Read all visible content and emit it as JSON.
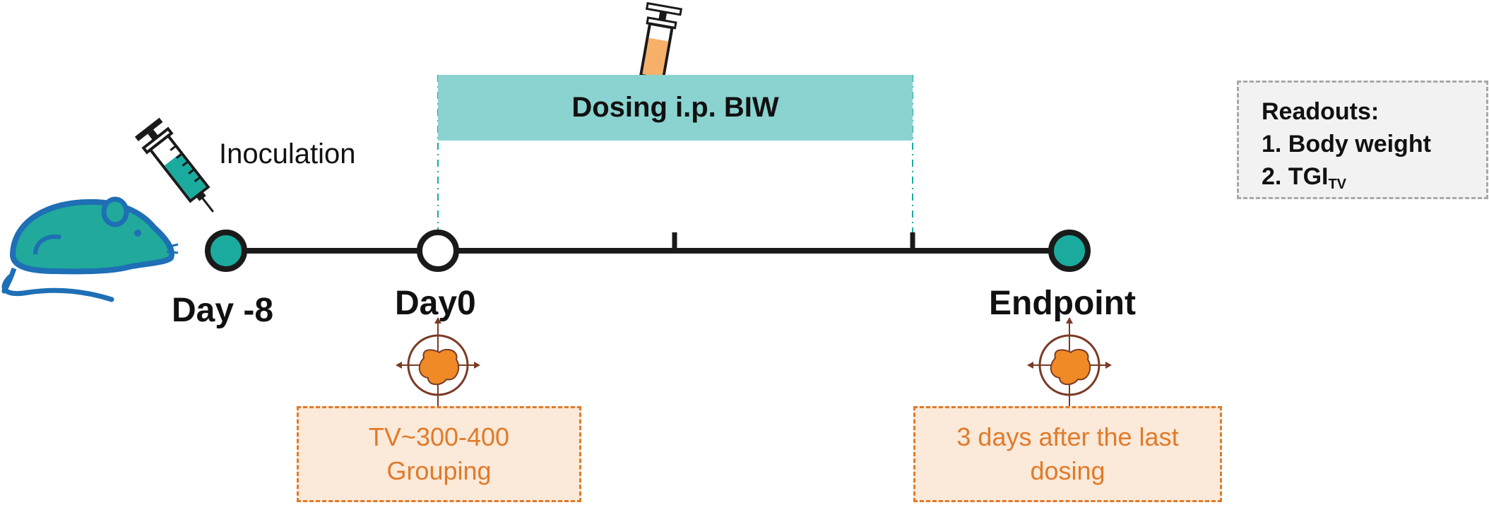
{
  "timeline": {
    "day_minus8_label": "Day -8",
    "day0_label": "Day0",
    "endpoint_label": "Endpoint"
  },
  "inoculation": {
    "label": "Inoculation"
  },
  "dosing": {
    "label": "Dosing i.p. BIW"
  },
  "readouts": {
    "title": "Readouts:",
    "item1": "1. Body weight",
    "item2_main": "2. TGI",
    "item2_sub": "TV"
  },
  "grouping_box": {
    "line1": "TV~300-400",
    "line2": "Grouping"
  },
  "endpoint_box": {
    "line1": "3 days after the last",
    "line2": "dosing"
  },
  "colors": {
    "teal": "#1aab9e",
    "teal_light": "#8ad3d0",
    "mouse_teal": "#21a99b",
    "mouse_outline": "#1e6fb5",
    "orange": "#e07b2a",
    "orange_fill": "#fbe9d9",
    "tumor": "#f08a26",
    "target_brown": "#7a3a26",
    "timeline": "#1a1a1a"
  },
  "icons": [
    "mouse-icon",
    "syringe-teal-icon",
    "syringe-orange-icon",
    "tumor-target-icon"
  ]
}
